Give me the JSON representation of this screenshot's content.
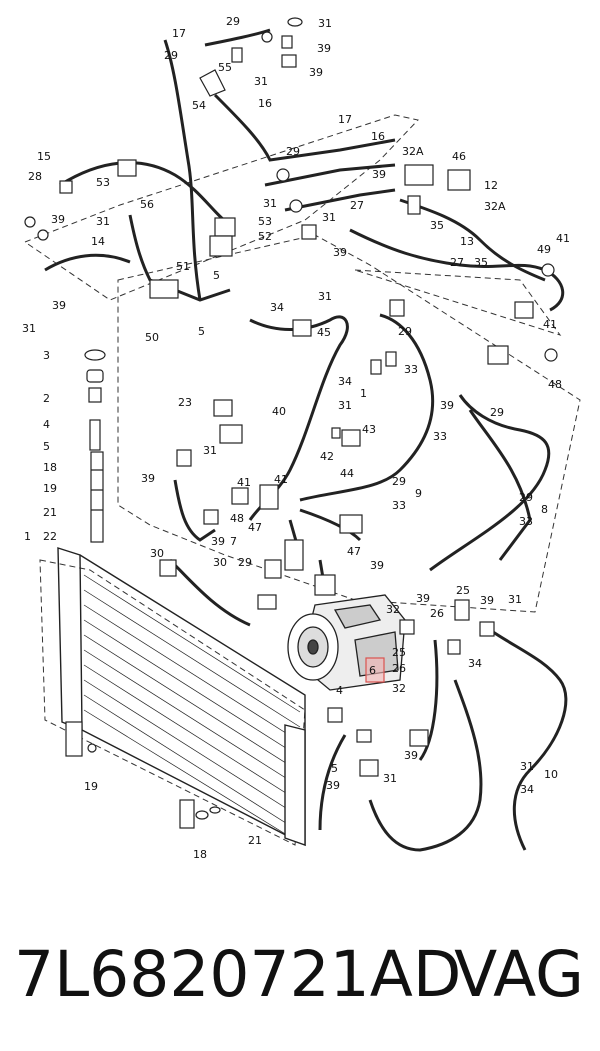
{
  "callouts": [
    "29",
    "31",
    "17",
    "29",
    "55",
    "39",
    "39",
    "31",
    "16",
    "54",
    "17",
    "16",
    "15",
    "28",
    "53",
    "56",
    "29",
    "32A",
    "46",
    "12",
    "32A",
    "14",
    "31",
    "39",
    "31",
    "53",
    "52",
    "31",
    "39",
    "27",
    "35",
    "13",
    "49",
    "41",
    "5",
    "51",
    "39",
    "31",
    "27",
    "35",
    "31",
    "39",
    "50",
    "5",
    "29",
    "34",
    "45",
    "41",
    "3",
    "2",
    "4",
    "5",
    "18",
    "19",
    "21",
    "22",
    "1",
    "34",
    "31",
    "1",
    "33",
    "48",
    "23",
    "40",
    "39",
    "29",
    "43",
    "42",
    "44",
    "33",
    "39",
    "31",
    "41",
    "48",
    "47",
    "41",
    "29",
    "9",
    "33",
    "29",
    "8",
    "33",
    "30",
    "39",
    "7",
    "30",
    "29",
    "47",
    "39",
    "25",
    "39",
    "32",
    "26",
    "39",
    "31",
    "25",
    "26",
    "34",
    "6",
    "4",
    "32",
    "5",
    "39",
    "31",
    "39",
    "31",
    "10",
    "34",
    "19",
    "21",
    "18"
  ],
  "highlighted_callout": "6",
  "part_number": "7L6820721AD",
  "brand": "VAG"
}
